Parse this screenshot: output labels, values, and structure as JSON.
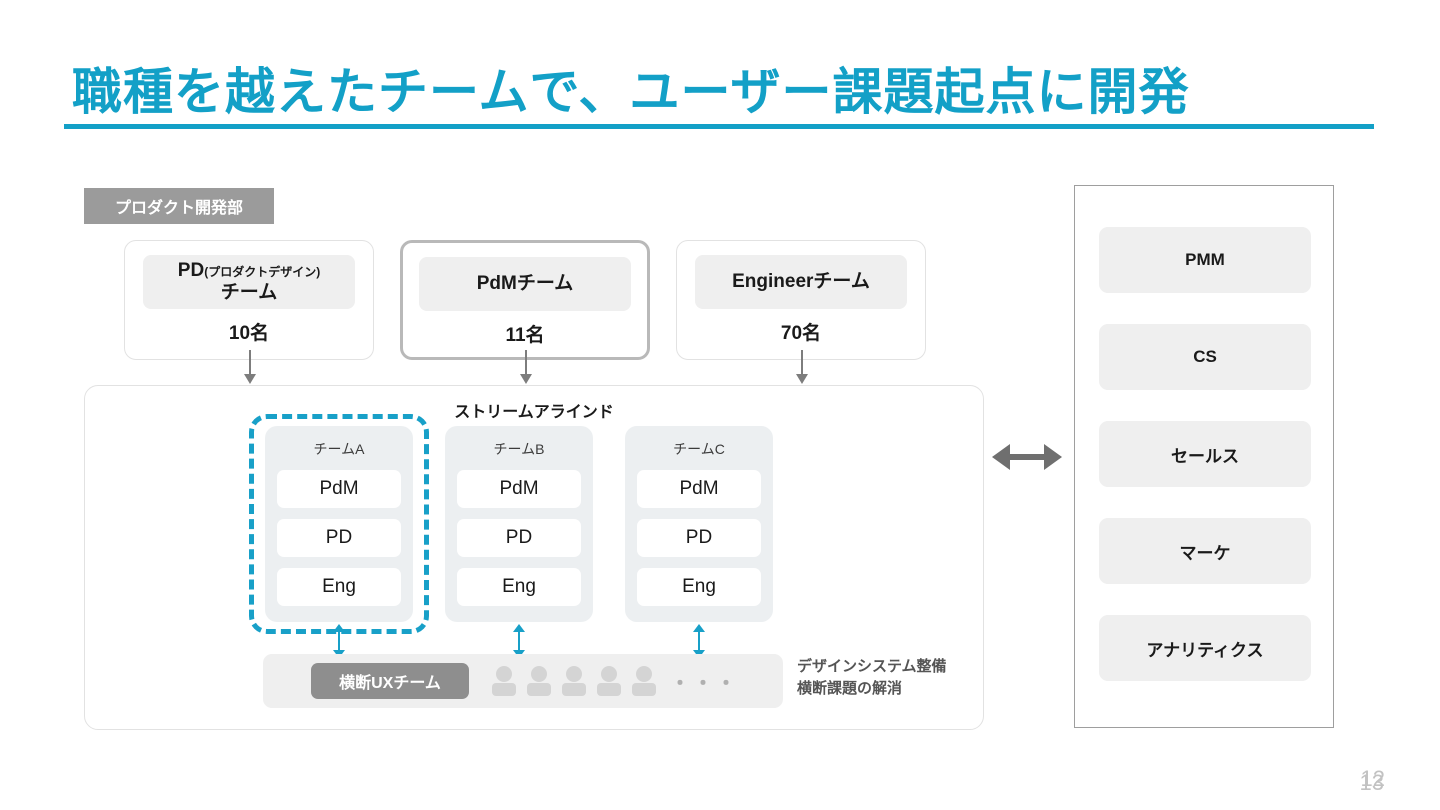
{
  "slide": {
    "title": "職種を越えたチームで、ユーザー課題起点に開発",
    "accent_color": "#13a0c7",
    "page_number_back": "12",
    "page_number_front": "13"
  },
  "department": {
    "badge_label": "プロダクト開発部"
  },
  "function_teams": [
    {
      "name_main": "PD",
      "name_sub": "(プロダクトデザイン)",
      "name_line2": "チーム",
      "count": "10名",
      "emphasis": false
    },
    {
      "name_main": "PdMチーム",
      "name_sub": "",
      "name_line2": "",
      "count": "11名",
      "emphasis": true
    },
    {
      "name_main": "Engineerチーム",
      "name_sub": "",
      "name_line2": "",
      "count": "70名",
      "emphasis": false
    }
  ],
  "stream": {
    "label": "ストリームアラインド",
    "teams": [
      {
        "name": "チームA",
        "members": [
          "PdM",
          "PD",
          "Eng"
        ],
        "highlighted": true
      },
      {
        "name": "チームB",
        "members": [
          "PdM",
          "PD",
          "Eng"
        ],
        "highlighted": false
      },
      {
        "name": "チームC",
        "members": [
          "PdM",
          "PD",
          "Eng"
        ],
        "highlighted": false
      }
    ],
    "ux_strip": {
      "badge_label": "横断UXチーム",
      "person_count": 5,
      "ellipsis": "・・・"
    },
    "note_line1": "デザインシステム整備",
    "note_line2": "横断課題の解消"
  },
  "right_panel": {
    "items": [
      {
        "label": "PMM"
      },
      {
        "label": "CS"
      },
      {
        "label": "セールス"
      },
      {
        "label": "マーケ"
      },
      {
        "label": "アナリティクス"
      }
    ]
  },
  "icons": {
    "down_arrow": "arrow-down-icon",
    "vertical_double_arrow": "arrow-up-down-icon",
    "horizontal_double_arrow": "arrow-left-right-icon",
    "person": "person-icon"
  }
}
